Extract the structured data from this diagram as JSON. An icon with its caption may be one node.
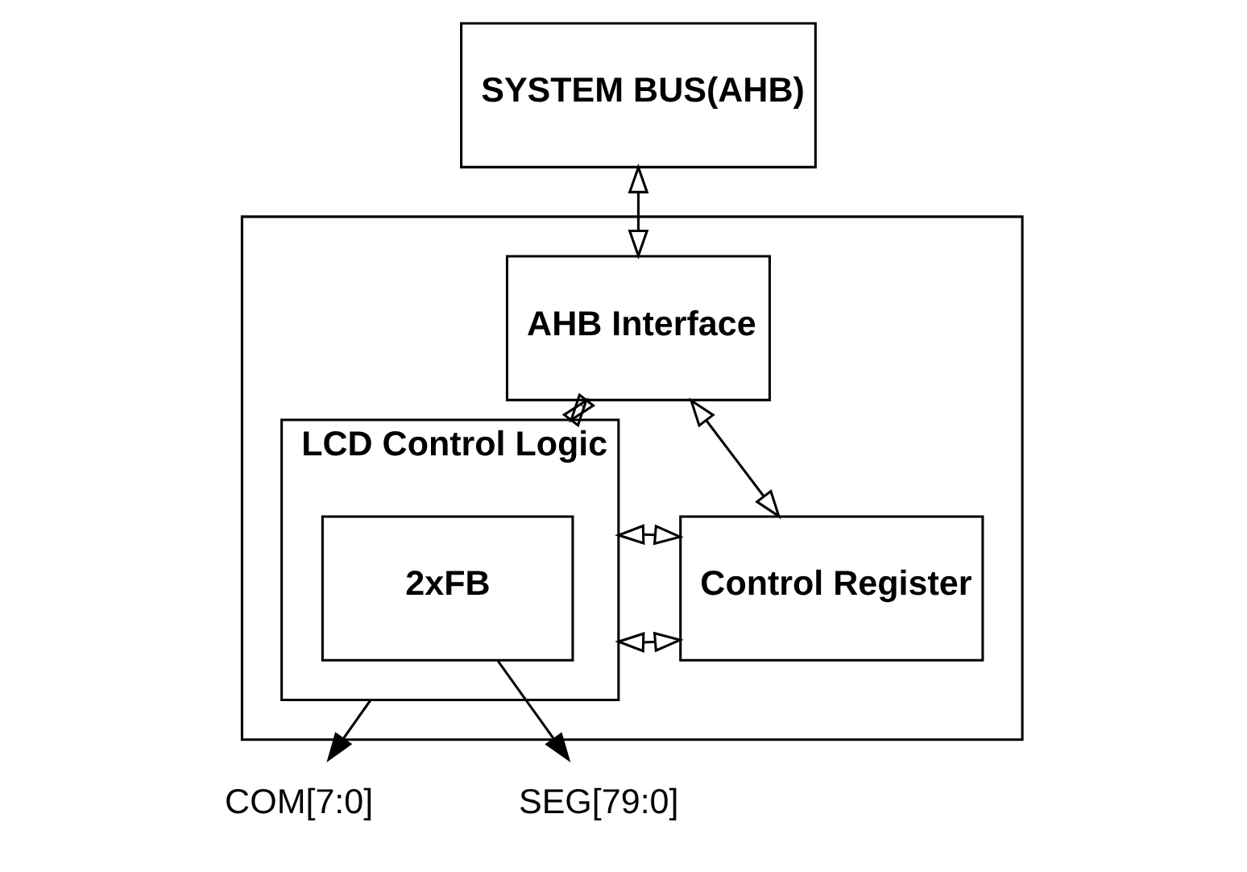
{
  "diagram": {
    "nodes": [
      {
        "text": [
          "SYSTEM BUS(AHB)"
        ]
      },
      {
        "text": [],
        "shape": "box"
      },
      {
        "text": [
          "AHB Interface"
        ],
        "in": 1
      },
      {
        "text": [
          "LCD Control Logic"
        ],
        "in": 1
      },
      {
        "text": [
          "2xFB"
        ],
        "in": 3
      },
      {
        "text": [
          "Control Register"
        ],
        "in": 1
      },
      {
        "text": [
          "COM[7:0]"
        ]
      },
      {
        "text": [
          "SEG[79:0]"
        ]
      }
    ],
    "edges": [
      {
        "from": 0,
        "to": 2,
        "arrow": "both"
      },
      {
        "from": 2,
        "to": 3,
        "arrow": "both"
      },
      {
        "from": 2,
        "to": 5,
        "arrow": "both"
      },
      {
        "from": 3,
        "to": 5,
        "arrow": "both"
      },
      {
        "from": 3,
        "to": 5,
        "arrow": "both"
      },
      {
        "from": 3,
        "to": 6,
        "arrow": "to"
      },
      {
        "from": 4,
        "to": 7,
        "arrow": "to"
      }
    ]
  }
}
